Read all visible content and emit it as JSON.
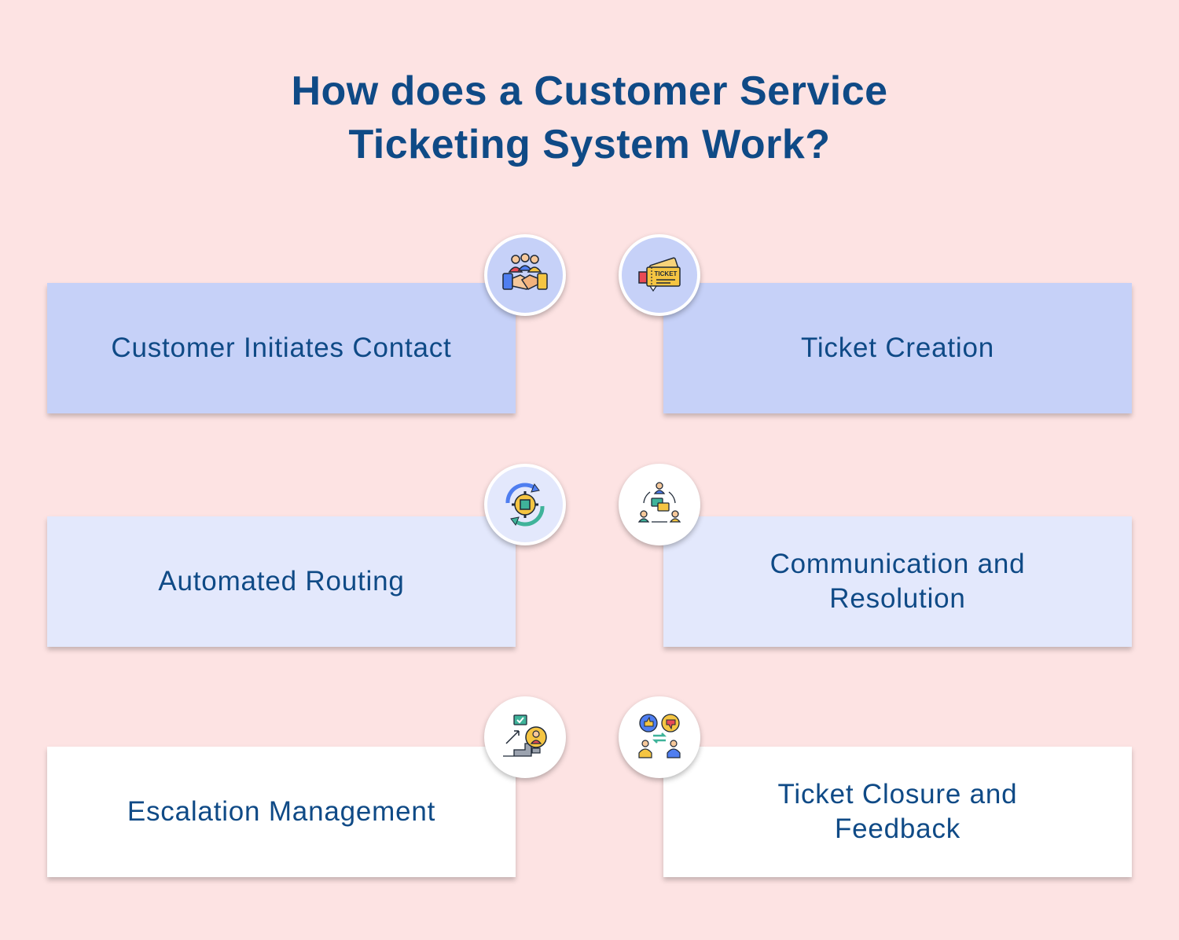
{
  "title": {
    "line1": "How does a Customer Service",
    "line2": "Ticketing System Work?"
  },
  "steps": [
    {
      "label": "Customer Initiates Contact",
      "icon": "handshake-team-icon"
    },
    {
      "label": "Ticket Creation",
      "icon": "ticket-icon"
    },
    {
      "label": "Automated Routing",
      "icon": "gear-cycle-icon"
    },
    {
      "label": "Communication and Resolution",
      "icon": "team-chat-icon"
    },
    {
      "label": "Escalation Management",
      "icon": "escalation-stairs-icon"
    },
    {
      "label": "Ticket Closure and Feedback",
      "icon": "feedback-thumbs-icon"
    }
  ],
  "ticket_icon_text": "TICKET",
  "colors": {
    "background": "#fde3e3",
    "text": "#0f4a86",
    "card_dark": "#c6d1f8",
    "card_mid": "#e3e8fc",
    "card_light": "#ffffff"
  }
}
